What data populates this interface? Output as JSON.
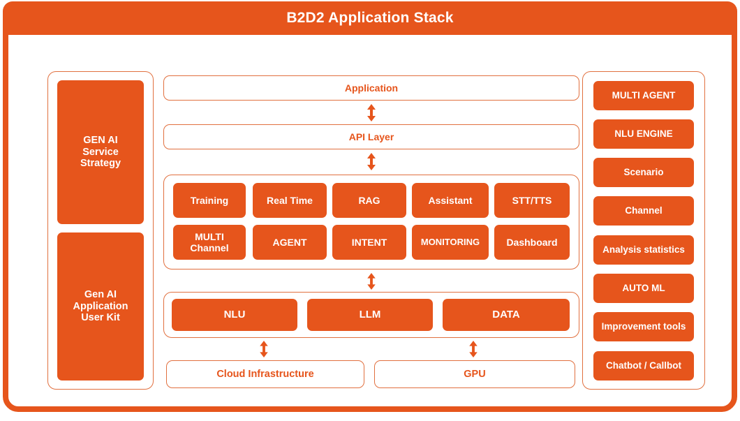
{
  "header": {
    "title": "B2D2 Application Stack"
  },
  "colors": {
    "accent": "#e6551c",
    "outline": "#e1703f",
    "text_on_accent": "#ffffff",
    "background": "#ffffff"
  },
  "left_column": {
    "items": [
      {
        "label": "GEN AI\nService\nStrategy"
      },
      {
        "label": "Gen AI\nApplication\nUser Kit"
      }
    ]
  },
  "right_column": {
    "items": [
      {
        "label": "MULTI AGENT"
      },
      {
        "label": "NLU ENGINE"
      },
      {
        "label": "Scenario"
      },
      {
        "label": "Channel"
      },
      {
        "label": "Analysis statistics"
      },
      {
        "label": "AUTO ML"
      },
      {
        "label": "Improvement tools"
      },
      {
        "label": "Chatbot / Callbot"
      }
    ]
  },
  "center_column": {
    "application_label": "Application",
    "api_label": "API Layer",
    "capability_grid": {
      "rows": [
        [
          "Training",
          "Real Time",
          "RAG",
          "Assistant",
          "STT/TTS"
        ],
        [
          "MULTI\nChannel",
          "AGENT",
          "INTENT",
          "MONITORING",
          "Dashboard"
        ]
      ]
    },
    "platform_row": [
      "NLU",
      "LLM",
      "DATA"
    ],
    "infrastructure_row": [
      "Cloud Infrastructure",
      "GPU"
    ],
    "connectors": [
      {
        "name": "application-to-api",
        "type": "double-arrow-vertical"
      },
      {
        "name": "api-to-capabilities",
        "type": "double-arrow-vertical"
      },
      {
        "name": "capabilities-to-platform",
        "type": "double-arrow-vertical"
      },
      {
        "name": "nlu-to-cloud",
        "type": "double-arrow-vertical"
      },
      {
        "name": "data-to-gpu",
        "type": "double-arrow-vertical"
      }
    ]
  }
}
